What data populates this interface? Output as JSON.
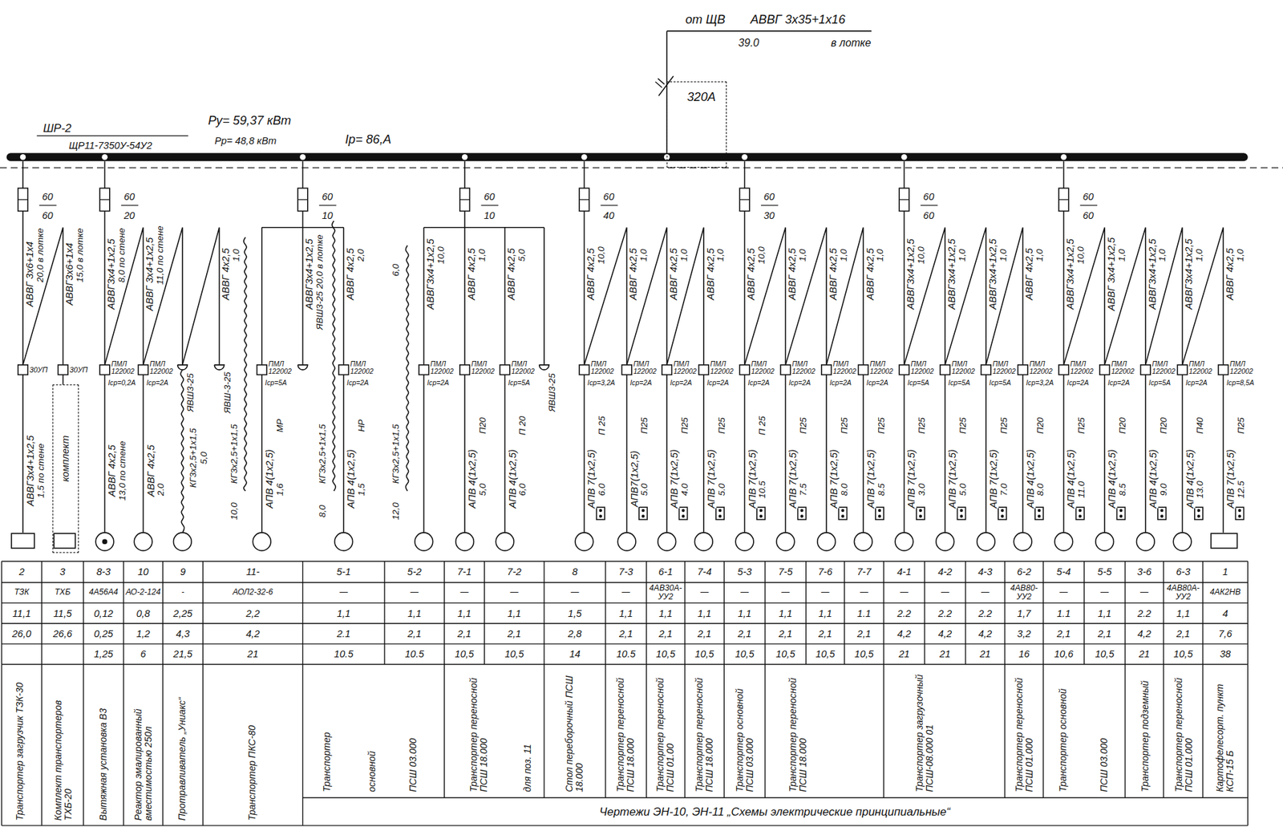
{
  "diagram": {
    "nodes": [
      {
        "text": [
          "320А"
        ]
      },
      {
        "text": [
          "комплект"
        ]
      }
    ],
    "labels": [
      "от ЩВ",
      "АВВГ 3х35+1х16",
      "39.0",
      "в лотке",
      "ШР-2",
      "ЩР11-7350У-54У2",
      "Ру= 59,37 кВт",
      "Рр= 48,8 кВт",
      "Iр= 86,А",
      "60",
      "60",
      "60",
      "20",
      "60",
      "10",
      "60",
      "10",
      "60",
      "40",
      "60",
      "30",
      "60",
      "60",
      "60",
      "60",
      "АВВГ 3х6+1х4",
      "20,0 в лотке",
      "30УП",
      "АВВГ3х4+1х2,5",
      "1,5 по стене",
      "АВВГ3х6+1х4",
      "15,0 в лотке",
      "30УП",
      "АВВГ3х4+1х2,5",
      "8,0 по стене",
      "ПМЛ 122002",
      "Iср=0,2А",
      "АВВГ 4х2,5",
      "13,0 по стене",
      "АВВГ 3х4+1х2,5",
      "11,0 по стене",
      "ПМЛ 122002",
      "Iср=2А",
      "АВВГ 4х2,5",
      "2.0",
      "ЯВШ3-25",
      "КГ3х2,5+1х1,5",
      "5,0",
      "АВВГ 4х2,5",
      "1,0",
      "ЯВШ-3-25",
      "КГ3х2,5+1х1,5",
      "10,0",
      "ПМЛ 122002",
      "Iср=5А",
      "АПВ 4(1х2,5)",
      "МР",
      "1,6",
      "АВВГ3х4+1х2,5",
      "ЯВШ3-25 20,0 в лотке",
      "КГ3х2,5+1х1,5",
      "8,0",
      "АВВГ 4х2,5",
      "2,0",
      "ПМЛ 122002",
      "Iср=2А",
      "АПВ 4(1х2,5)",
      "НР",
      "1,5",
      "6,0",
      "КГ3х2,5+1х1,5",
      "12,0",
      "АВВГ3х4+1х2,5",
      "10,0",
      "ПМЛ 122002",
      "Iср=2А",
      "АВВГ 4х2,5",
      "1,0",
      "ПМЛ 122002",
      "АПВ 4(1х2,5)",
      "П20",
      "5,0",
      "АВВГ 4х2,5",
      "5,0",
      "ПМЛ 122002",
      "Iср=5А",
      "АПВ 4(1х2,5)",
      "П 20",
      "6,0",
      "ЯВШ3-25",
      "АВВГ 4х2,5",
      "10,0",
      "ПМЛ 122002",
      "Iср=3,2А",
      "АПВ 7(1х2,5)",
      "П 25",
      "6.0",
      "АВВГ 4х2,5",
      "1,0",
      "ПМЛ 122002",
      "Iср=2А",
      "АПВ7(1х2,5)",
      "П25",
      "5.0",
      "АВВГ 4х2,5",
      "1,0",
      "ПМЛ 122002",
      "Iср=2А",
      "АПВ 7(1х2,5)",
      "П25",
      "4.0",
      "АВВГ 4х2,5",
      "1,0",
      "ПМЛ 122002",
      "Iср=2А",
      "АПВ 7(1х2,5)",
      "П25",
      "5.0",
      "АВВГ 4х2,5",
      "10,0",
      "ПМЛ 122002",
      "Iср=2А",
      "АПВ 7(1х2,5)",
      "П 25",
      "10.5",
      "АВВГ 4х2,5",
      "1,0",
      "ПМЛ 122002",
      "Iср=2А",
      "АПВ 7(1х2,5)",
      "П25",
      "7.5",
      "АВВГ 4х2,5",
      "1,0",
      "ПМЛ 122002",
      "Iср=2А",
      "АПВ 7(1х2,5)",
      "П25",
      "8.0",
      "АВВГ 4х2,5",
      "1,0",
      "ПМЛ 122002",
      "Iср=2А",
      "АПВ 7(1х2,5)",
      "П25",
      "8.5",
      "АВВГ3х4+1х2,5",
      "10,0",
      "ПМЛ 122002",
      "Iср=5А",
      "АПВ 7(1х2,5)",
      "П25",
      "3.0",
      "АВВГ3х4+1х2,5",
      "1,0",
      "ПМЛ 122002",
      "Iср=5А",
      "АПВ 7(1х2,5)",
      "П25",
      "5.0",
      "АВВГ3х4+1х2,5",
      "1,0",
      "ПМЛ 122002",
      "Iср=5А",
      "АПВ 7(1х2,5)",
      "П25",
      "7.0",
      "АВВГ 4х2,5",
      "1,0",
      "ПМЛ 122002",
      "Iср=3,2А",
      "АПВ 4(1х2,5)",
      "П20",
      "8.0",
      "АВВГ3х4+1х2,5",
      "10,0",
      "ПМЛ 122002",
      "Iср=2А",
      "АПВ 4(1х2,5)",
      "П25",
      "11.0",
      "АВВГ 3х4+1х2,5",
      "1,0",
      "ПМЛ 122002",
      "Iср=2А",
      "АПВ 4(1х2,5)",
      "П20",
      "8.5",
      "АВВГ3х4+1х2,5",
      "1,0",
      "ПМЛ 122002",
      "Iср=5А",
      "АПВ 4(1х2,5)",
      "П20",
      "9.0",
      "АВВГ3х4+1х2,5",
      "1,0",
      "ПМЛ 122002",
      "Iср=2А",
      "АПВ 4(1х2,5)",
      "П40",
      "13.0",
      "АВВГ 4х2,5",
      "1,0",
      "ПМЛ 122002",
      "Iср=8,5А",
      "АПВ 7(1х2,5)",
      "П25",
      "12.5",
      "2",
      "3",
      "8-3",
      "10",
      "9",
      "11-",
      "5-1",
      "5-2",
      "7-1",
      "7-2",
      "8",
      "7-3",
      "6-1",
      "7-4",
      "5-3",
      "7-5",
      "7-6",
      "7-7",
      "4-1",
      "4-2",
      "4-3",
      "6-2",
      "5-4",
      "5-5",
      "3-6",
      "6-3",
      "1",
      "ТЗК",
      "ТХБ",
      "4А56А4",
      "АО-2-124",
      "-",
      "АОЛ2-32-6",
      "—",
      "—",
      "—",
      "—",
      "—",
      "—",
      "4АВ30А-УУ2",
      "—",
      "—",
      "—",
      "—",
      "—",
      "—",
      "—",
      "—",
      "4АВ80-УУ2",
      "—",
      "—",
      "—",
      "4АВ80А-УУ2",
      "4АК2НВ",
      "11,1",
      "11,5",
      "0,12",
      "0,8",
      "2,25",
      "2,2",
      "1,1",
      "1,1",
      "1,1",
      "1,1",
      "1,5",
      "1,1",
      "1,1",
      "1,1",
      "1,1",
      "1,1",
      "1,1",
      "1.1",
      "2.2",
      "2.2",
      "2.2",
      "1,7",
      "1.1",
      "1,1",
      "2.2",
      "1,1",
      "4",
      "26,0",
      "26,6",
      "0,25",
      "1,2",
      "4,3",
      "4,2",
      "2.1",
      "2,1",
      "2,1",
      "2,1",
      "2,8",
      "2,1",
      "2,1",
      "2,1",
      "2,1",
      "2,1",
      "2,1",
      "2,1",
      "4,2",
      "4,2",
      "4,2",
      "3,2",
      "2,1",
      "2,1",
      "4,2",
      "2,1",
      "7,6",
      "1,25",
      "6",
      "21,5",
      "21",
      "10.5",
      "10.5",
      "10,5",
      "10,5",
      "14",
      "10.5",
      "10,5",
      "10,5",
      "10,5",
      "10,5",
      "10,5",
      "10,5",
      "21",
      "21",
      "21",
      "16",
      "10,6",
      "10,5",
      "21",
      "10,5",
      "38",
      "Транспортер загрузчик ТЗК-30",
      "Комплект транспортеров ТХБ-20",
      "Вытяжная установка В3",
      "Реактор эмалированный вместимостью 250л",
      "Протравливатель „Униакс“",
      "Транспортер ПКС-80",
      "Транспортер",
      "основной",
      "ПСШ 03.000",
      "Транспортер переносной ПСШ 18.000",
      "для поз. 11",
      "Стол переборочный ПСШ 18.000",
      "Транспортер переносной ПСШ 18.000",
      "Транспортер переносной ПСШ 01.00",
      "Транспортер переносной ПСШ 18.000",
      "Транспортер основной ПСШ 03.000",
      "Транспортер переносной ПСШ 18.000",
      "Транспортер загрузочный ПСШ-08.000 01",
      "Транспортер переносной ПСШ 01.000",
      "Транспортер основной",
      "ПСШ 03.000",
      "Транспортер подземный",
      "Транспортер переносной ПСШ 01.000",
      "Картофелесорт. пункт КСП-15 Б",
      "Чертежи ЭН-10, ЭН-11 „Схемы электрические принципиальные“"
    ]
  }
}
